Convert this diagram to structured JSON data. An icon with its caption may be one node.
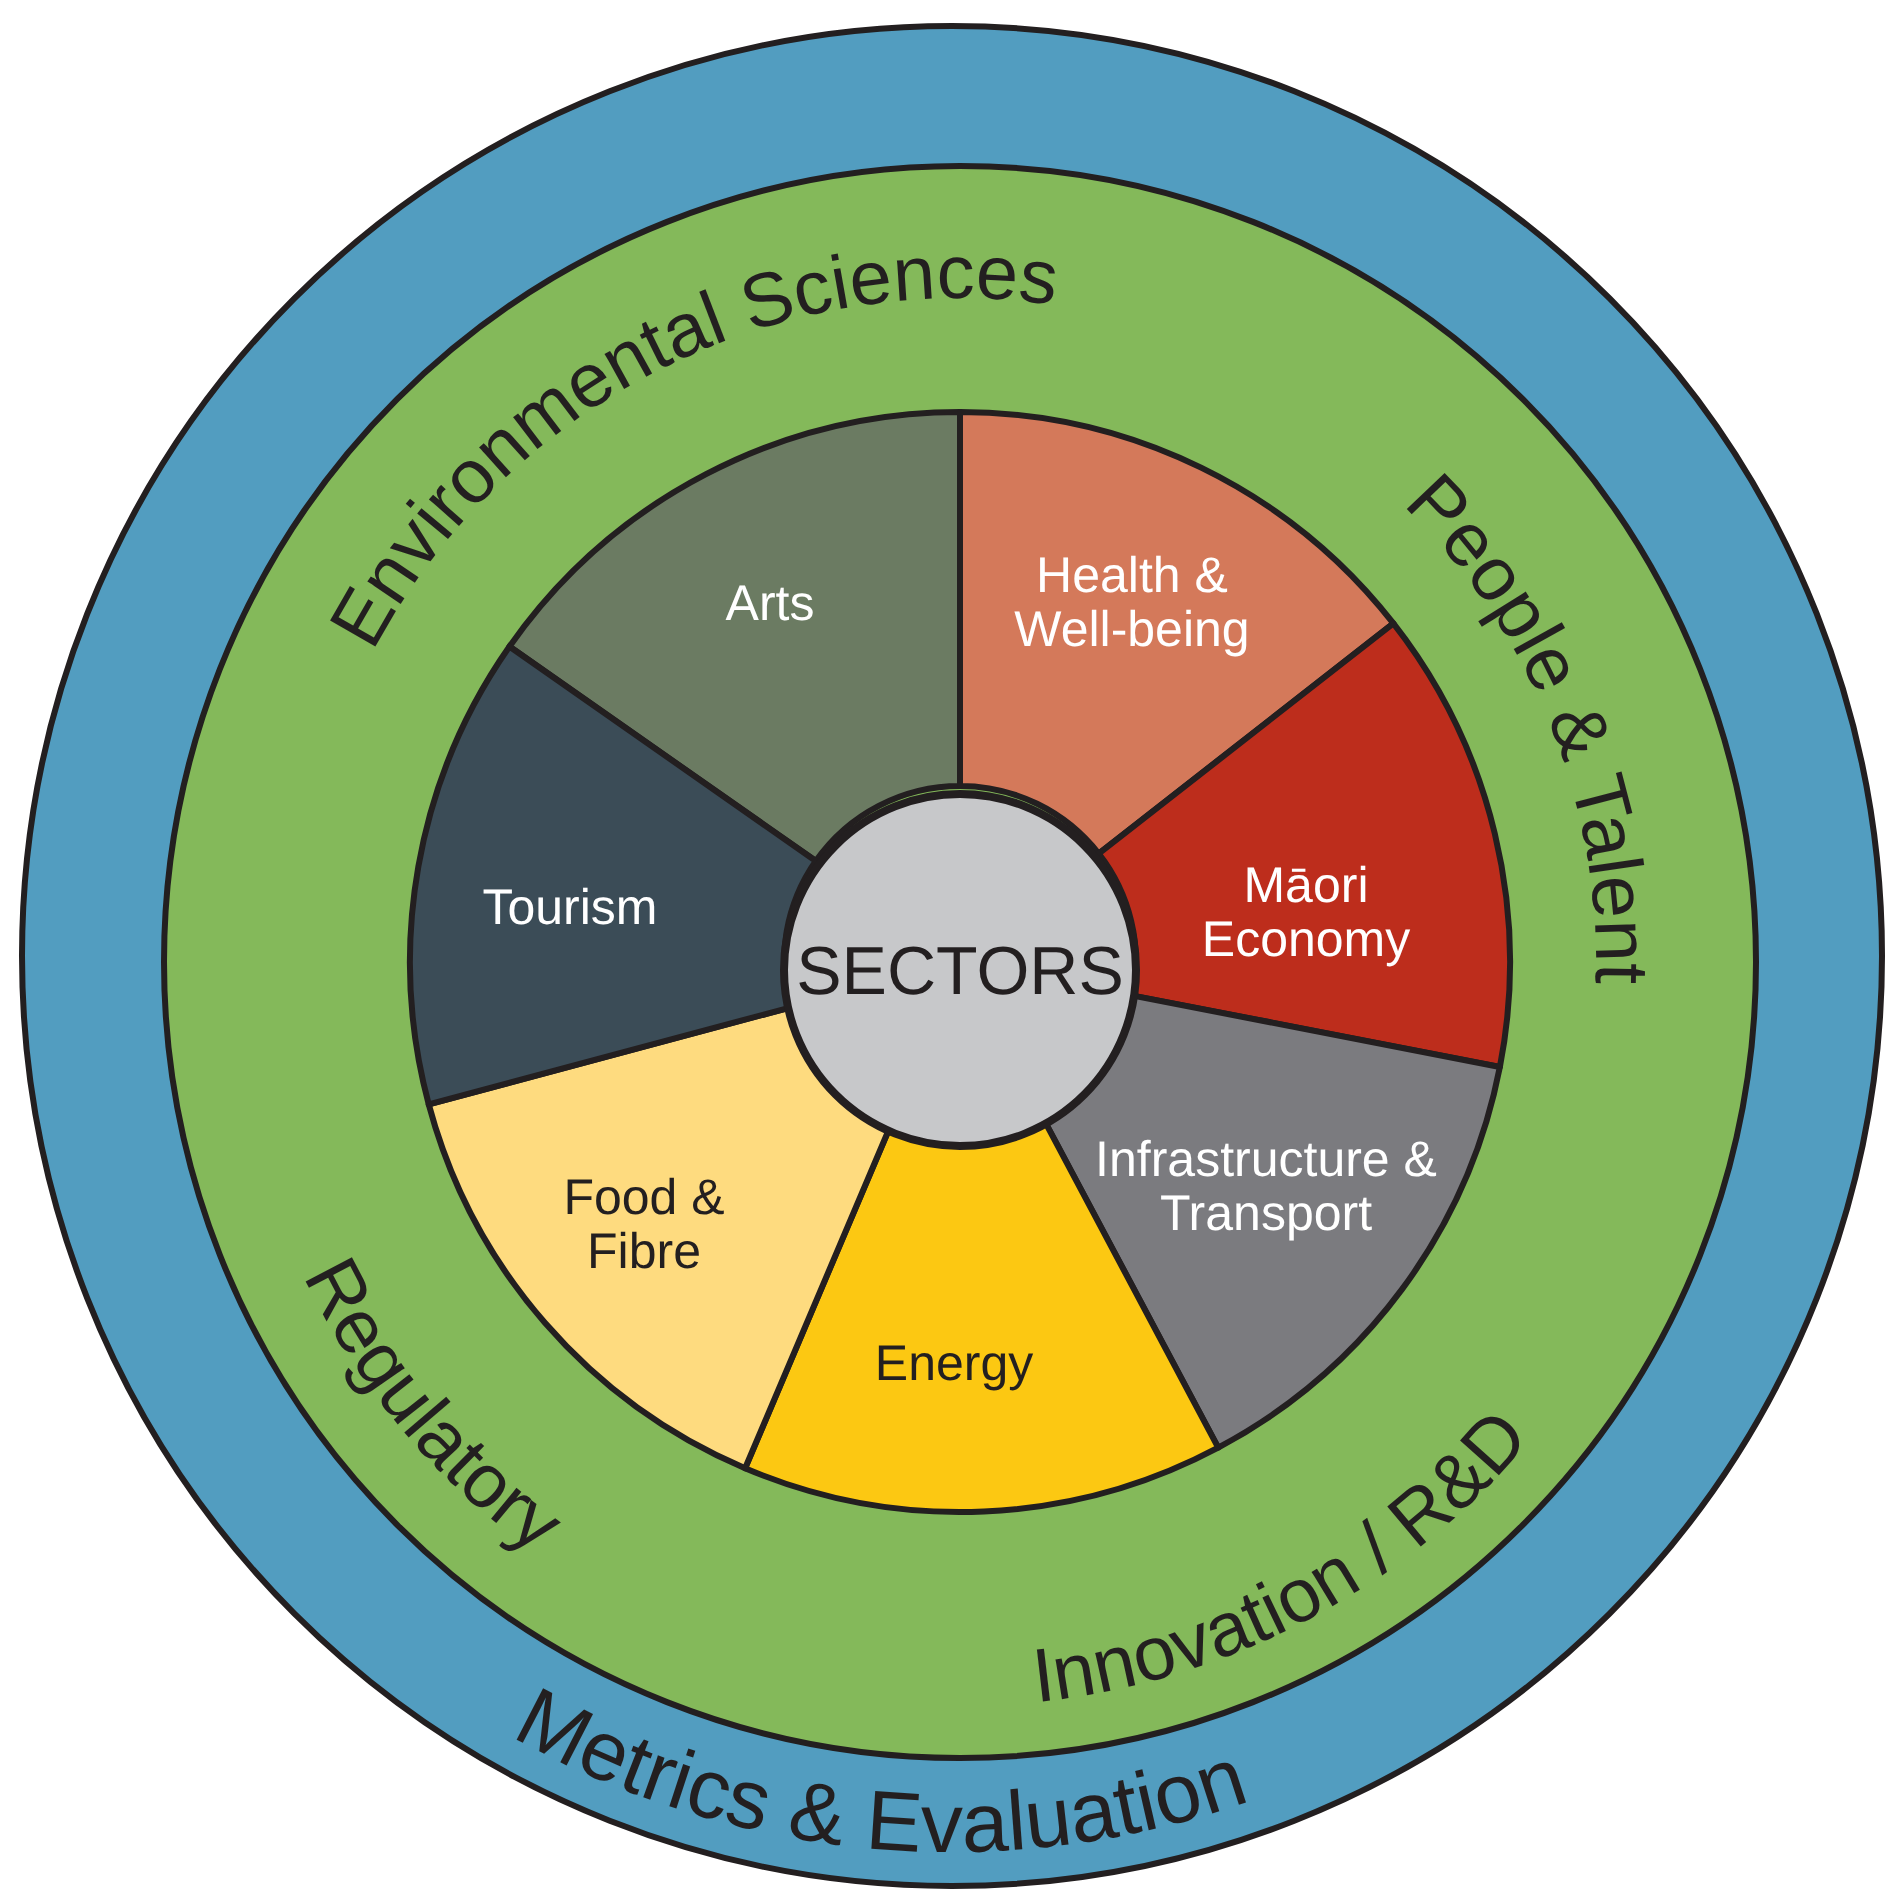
{
  "diagram": {
    "nodes": [
      {
        "text": [
          "Metrics & Evaluation"
        ]
      },
      {
        "text": [
          "Environmental Sciences",
          "People & Talent",
          "Innovation / R&D",
          "Regulatory"
        ],
        "in": 0
      },
      {
        "text": [
          "SECTORS"
        ],
        "in": 1
      },
      {
        "text": [
          "Arts"
        ],
        "in": 1
      },
      {
        "text": [
          "Health & Well-being"
        ],
        "in": 1
      },
      {
        "text": [
          "Māori Economy"
        ],
        "in": 1
      },
      {
        "text": [
          "Infrastructure & Transport"
        ],
        "in": 1
      },
      {
        "text": [
          "Energy"
        ],
        "in": 1
      },
      {
        "text": [
          "Food & Fibre"
        ],
        "in": 1
      },
      {
        "text": [
          "Tourism"
        ],
        "in": 1
      }
    ]
  }
}
